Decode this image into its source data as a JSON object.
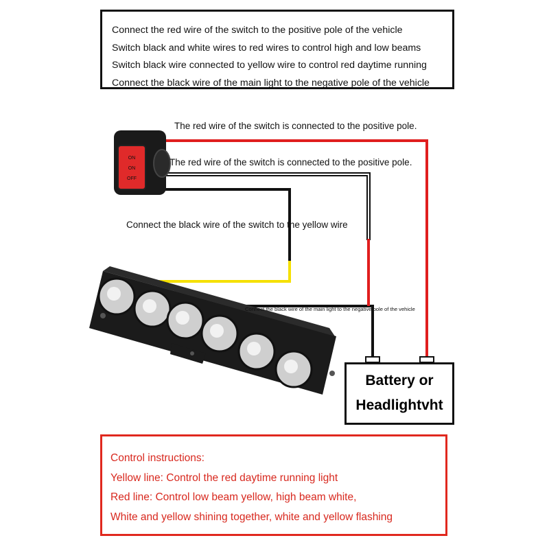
{
  "top_instructions": [
    "Connect the red wire of the switch to the positive pole of the vehicle",
    "Switch black and white wires to red wires to control high and low beams",
    "Switch black wire connected to yellow wire to control red daytime running",
    "Connect the black wire of the main light to the negative pole of the vehicle"
  ],
  "labels": {
    "red_wire_top": "The red wire of the switch is connected to the positive pole.",
    "red_wire_second": "The red wire of the switch is connected to the positive pole.",
    "black_to_yellow": "Connect the black wire of the switch to the yellow wire",
    "main_light_negative": "Connect the black wire of the main light to the negative pole of the vehicle"
  },
  "switch": {
    "labels": [
      "ON",
      "ON",
      "OFF"
    ]
  },
  "battery": {
    "line1": "Battery or",
    "line2": "Headlightvht"
  },
  "control_instructions": [
    "Control instructions:",
    "Yellow line: Control the red daytime running light",
    "Red line: Control low beam yellow, high beam white,",
    "White and yellow shining together, white and yellow flashing"
  ],
  "colors": {
    "red": "#e01e1e",
    "yellow": "#f5e000",
    "black": "#111111",
    "text_red": "#d8281e"
  }
}
